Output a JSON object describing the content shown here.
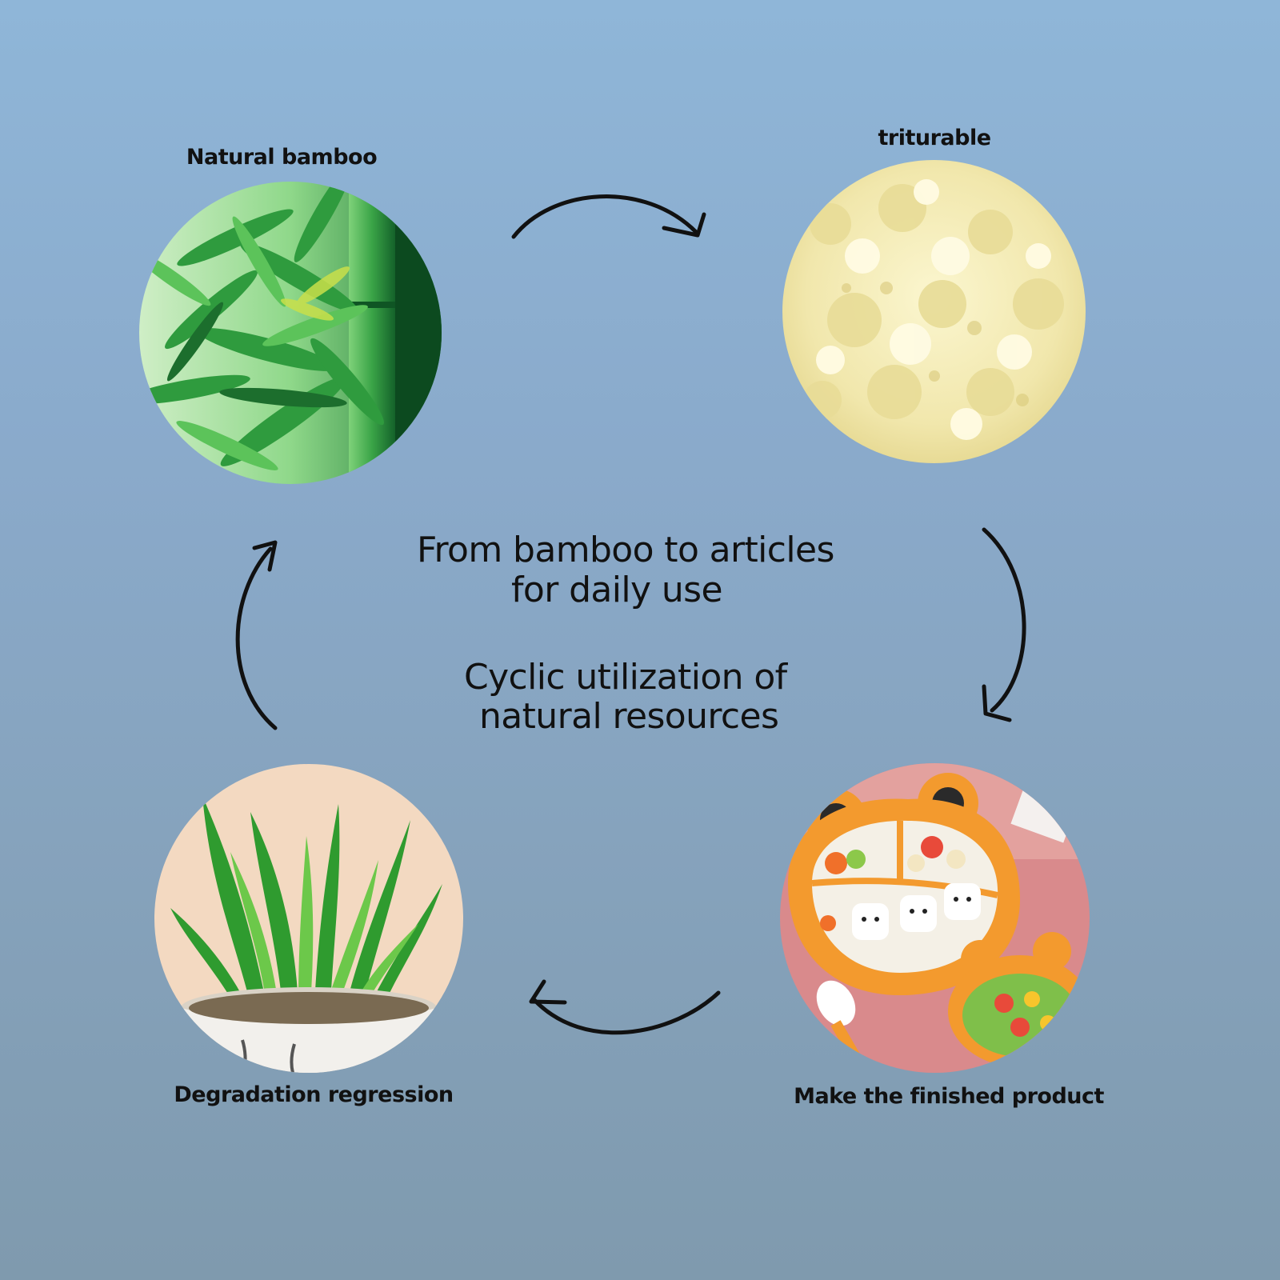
{
  "stages": {
    "natural_bamboo": {
      "label": "Natural bamboo",
      "photo_icon": "bamboo-leaves-photo"
    },
    "triturable": {
      "label": "triturable",
      "photo_icon": "bamboo-powder-photo"
    },
    "finished_product": {
      "label": "Make the finished product",
      "photo_icon": "bamboo-tableware-photo"
    },
    "degradation": {
      "label": "Degradation regression",
      "photo_icon": "potted-plant-photo"
    }
  },
  "center": {
    "title_line1": "From bamboo to articles",
    "title_line2": "for daily use",
    "subtitle_line1": "Cyclic utilization of",
    "subtitle_line2": "natural resources"
  },
  "colors": {
    "background_top": "#8fb6d8",
    "background_bottom": "#7f9aae",
    "text": "#111111",
    "arrow": "#111111"
  }
}
